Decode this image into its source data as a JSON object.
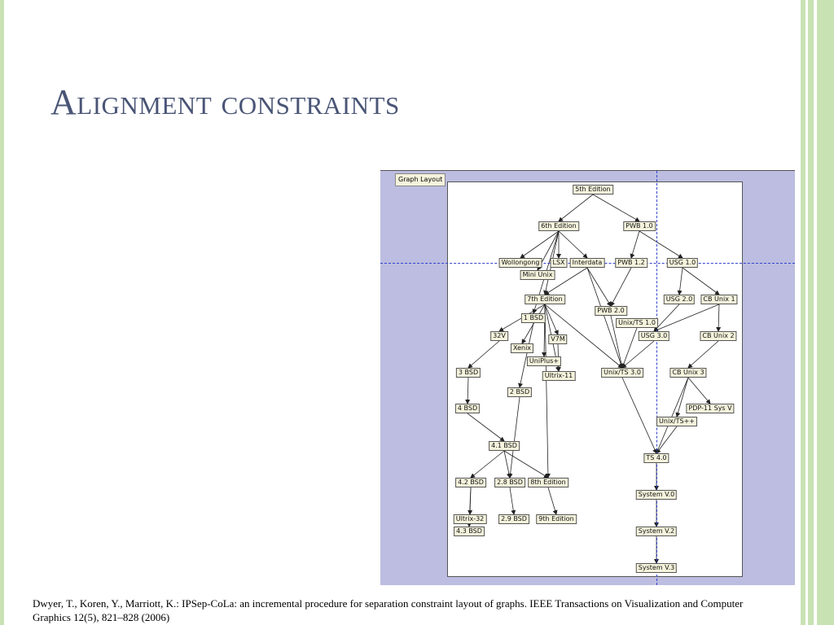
{
  "slide": {
    "title": "Alignment constraints",
    "citation": "Dwyer, T., Koren, Y., Marriott, K.: IPSep-CoLa: an incremental procedure for separation constraint layout of graphs. IEEE Transactions on Visualization and Computer Graphics 12(5), 821–828 (2006)"
  },
  "panel": {
    "label": "Graph Layout"
  },
  "colors": {
    "panel_bg": "#bcbde0",
    "node_bg": "#f5f3dc",
    "guide": "#3344cc",
    "title": "#4a5576",
    "slide_border": "#c8e2b4"
  },
  "graph": {
    "nodes": [
      {
        "id": "5th",
        "label": "5th Edition"
      },
      {
        "id": "6th",
        "label": "6th Edition"
      },
      {
        "id": "pwb10",
        "label": "PWB 1.0"
      },
      {
        "id": "wollongong",
        "label": "Wollongong"
      },
      {
        "id": "lsx",
        "label": "LSX"
      },
      {
        "id": "interdata",
        "label": "Interdata"
      },
      {
        "id": "pwb12",
        "label": "PWB 1.2"
      },
      {
        "id": "usg10",
        "label": "USG 1.0"
      },
      {
        "id": "miniunix",
        "label": "Mini Unix"
      },
      {
        "id": "7th",
        "label": "7th Edition"
      },
      {
        "id": "usg20",
        "label": "USG 2.0"
      },
      {
        "id": "cbunix1",
        "label": "CB Unix 1"
      },
      {
        "id": "1bsd",
        "label": "1 BSD"
      },
      {
        "id": "pwb20",
        "label": "PWB 2.0"
      },
      {
        "id": "unixts10",
        "label": "Unix/TS 1.0"
      },
      {
        "id": "32v",
        "label": "32V"
      },
      {
        "id": "v7m",
        "label": "V7M"
      },
      {
        "id": "usg30",
        "label": "USG 3.0"
      },
      {
        "id": "cbunix2",
        "label": "CB Unix 2"
      },
      {
        "id": "xenix",
        "label": "Xenix"
      },
      {
        "id": "uniplus",
        "label": "UniPlus+"
      },
      {
        "id": "3bsd",
        "label": "3 BSD"
      },
      {
        "id": "unixts30",
        "label": "Unix/TS 3.0"
      },
      {
        "id": "cbunix3",
        "label": "CB Unix 3"
      },
      {
        "id": "ultrix11",
        "label": "Ultrix-11"
      },
      {
        "id": "2bsd",
        "label": "2 BSD"
      },
      {
        "id": "4bsd",
        "label": "4 BSD"
      },
      {
        "id": "pdp11",
        "label": "PDP-11 Sys V"
      },
      {
        "id": "unixtspp",
        "label": "Unix/TS++"
      },
      {
        "id": "41bsd",
        "label": "4.1 BSD"
      },
      {
        "id": "ts40",
        "label": "TS 4.0"
      },
      {
        "id": "42bsd",
        "label": "4.2 BSD"
      },
      {
        "id": "28bsd",
        "label": "2.8 BSD"
      },
      {
        "id": "8th",
        "label": "8th Edition"
      },
      {
        "id": "sysv0",
        "label": "System V.0"
      },
      {
        "id": "ultrix32",
        "label": "Ultrix-32"
      },
      {
        "id": "29bsd",
        "label": "2.9 BSD"
      },
      {
        "id": "9th",
        "label": "9th Edition"
      },
      {
        "id": "43bsd",
        "label": "4.3 BSD"
      },
      {
        "id": "sysv2",
        "label": "System V.2"
      },
      {
        "id": "sysv3",
        "label": "System V.3"
      }
    ],
    "edges": [
      [
        "5th",
        "6th"
      ],
      [
        "5th",
        "pwb10"
      ],
      [
        "6th",
        "wollongong"
      ],
      [
        "6th",
        "lsx"
      ],
      [
        "6th",
        "interdata"
      ],
      [
        "6th",
        "7th"
      ],
      [
        "6th",
        "1bsd"
      ],
      [
        "6th",
        "miniunix"
      ],
      [
        "pwb10",
        "pwb12"
      ],
      [
        "pwb10",
        "usg10"
      ],
      [
        "pwb12",
        "pwb20"
      ],
      [
        "usg10",
        "usg20"
      ],
      [
        "usg10",
        "cbunix1"
      ],
      [
        "interdata",
        "7th"
      ],
      [
        "interdata",
        "pwb20"
      ],
      [
        "interdata",
        "unixts30"
      ],
      [
        "7th",
        "32v"
      ],
      [
        "7th",
        "v7m"
      ],
      [
        "7th",
        "xenix"
      ],
      [
        "7th",
        "uniplus"
      ],
      [
        "7th",
        "ultrix11"
      ],
      [
        "7th",
        "8th"
      ],
      [
        "7th",
        "unixts30"
      ],
      [
        "1bsd",
        "2bsd"
      ],
      [
        "32v",
        "3bsd"
      ],
      [
        "3bsd",
        "4bsd"
      ],
      [
        "4bsd",
        "41bsd"
      ],
      [
        "2bsd",
        "28bsd"
      ],
      [
        "v7m",
        "ultrix11"
      ],
      [
        "pwb20",
        "unixts30"
      ],
      [
        "unixts10",
        "unixts30"
      ],
      [
        "usg20",
        "usg30"
      ],
      [
        "usg30",
        "unixts30"
      ],
      [
        "cbunix1",
        "cbunix2"
      ],
      [
        "cbunix1",
        "usg30"
      ],
      [
        "cbunix2",
        "cbunix3"
      ],
      [
        "cbunix3",
        "pdp11"
      ],
      [
        "cbunix3",
        "unixtspp"
      ],
      [
        "cbunix3",
        "ts40"
      ],
      [
        "unixts30",
        "ts40"
      ],
      [
        "unixtspp",
        "ts40"
      ],
      [
        "41bsd",
        "42bsd"
      ],
      [
        "41bsd",
        "28bsd"
      ],
      [
        "41bsd",
        "8th"
      ],
      [
        "42bsd",
        "ultrix32"
      ],
      [
        "42bsd",
        "43bsd"
      ],
      [
        "28bsd",
        "29bsd"
      ],
      [
        "8th",
        "9th"
      ],
      [
        "ts40",
        "sysv0"
      ],
      [
        "sysv0",
        "sysv2"
      ],
      [
        "sysv2",
        "sysv3"
      ]
    ]
  }
}
